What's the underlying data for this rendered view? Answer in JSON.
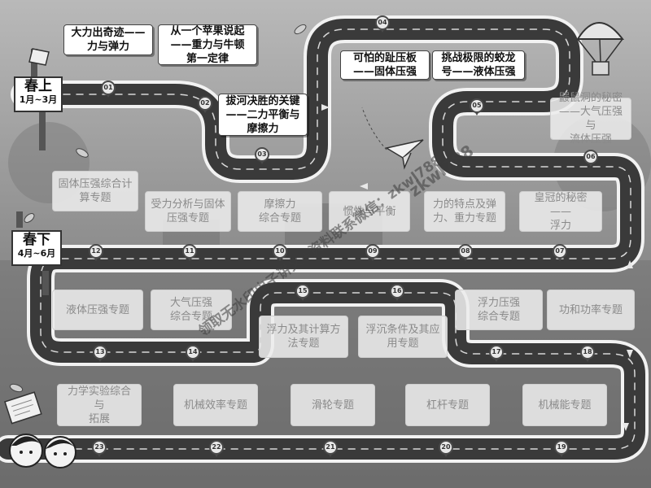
{
  "signs": [
    {
      "title": "春上",
      "range": "1月~3月"
    },
    {
      "title": "春下",
      "range": "4月~6月"
    }
  ],
  "stops": [
    {
      "num": "01",
      "label": "大力出奇迹——\n力与弹力",
      "active": true
    },
    {
      "num": "02",
      "label": "从一个苹果说起\n——重力与牛顿\n第一定律",
      "active": true
    },
    {
      "num": "03",
      "label": "拔河决胜的关键\n——二力平衡与\n摩擦力",
      "active": true
    },
    {
      "num": "04",
      "label": "可怕的趾压板\n——固体压强",
      "active": true
    },
    {
      "num": "05",
      "label": "挑战极限的蛟龙\n号——液体压强",
      "active": true
    },
    {
      "num": "06",
      "label": "鼹鼠洞的秘密\n——大气压强与\n流体压强",
      "active": false
    },
    {
      "num": "07",
      "label": "皇冠的秘密——\n浮力",
      "active": false
    },
    {
      "num": "08",
      "label": "力的特点及弹\n力、重力专题",
      "active": false
    },
    {
      "num": "09",
      "label": "惯性与平衡",
      "active": false
    },
    {
      "num": "10",
      "label": "摩擦力\n综合专题",
      "active": false
    },
    {
      "num": "11",
      "label": "受力分析与固体\n压强专题",
      "active": false
    },
    {
      "num": "12",
      "label": "固体压强综合计\n算专题",
      "active": false
    },
    {
      "num": "13",
      "label": "液体压强专题",
      "active": false
    },
    {
      "num": "14",
      "label": "大气压强\n综合专题",
      "active": false
    },
    {
      "num": "15",
      "label": "浮力及其计算方\n法专题",
      "active": false
    },
    {
      "num": "16",
      "label": "浮沉条件及其应\n用专题",
      "active": false
    },
    {
      "num": "17",
      "label": "浮力压强\n综合专题",
      "active": false
    },
    {
      "num": "18",
      "label": "功和功率专题",
      "active": false
    },
    {
      "num": "19",
      "label": "机械能专题",
      "active": false
    },
    {
      "num": "20",
      "label": "杠杆专题",
      "active": false
    },
    {
      "num": "21",
      "label": "滑轮专题",
      "active": false
    },
    {
      "num": "22",
      "label": "机械效率专题",
      "active": false
    },
    {
      "num": "23",
      "label": "力学实验综合与\n拓展",
      "active": false
    }
  ],
  "watermarks": [
    "领取无水印电子讲义+资料联系微信：zkwl788",
    "zkwl788"
  ],
  "icons": [
    "parachute-icon",
    "paper-plane-icon",
    "leaf-icon",
    "scroll-icon",
    "cartoon-kids-icon"
  ],
  "colors": {
    "road": "#3a3a3a",
    "road_edge": "#f2f2f2",
    "active_card": "#ffffff",
    "faded_card": "#ececec"
  }
}
